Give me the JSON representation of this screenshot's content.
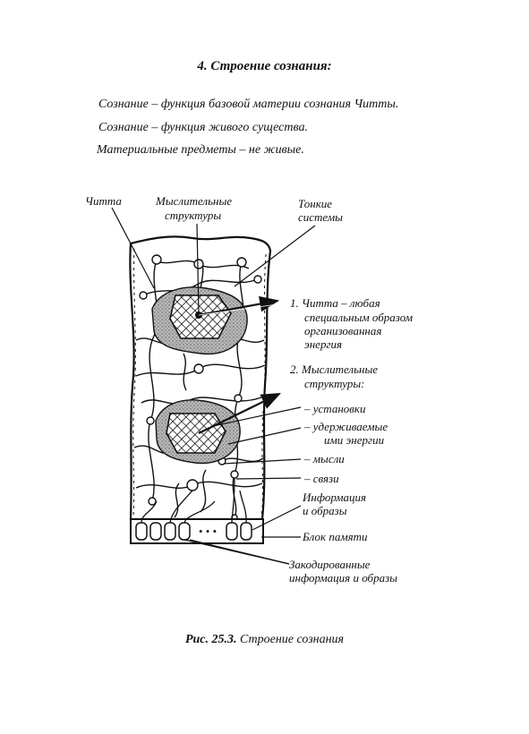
{
  "heading": "4. Строение сознания:",
  "statements": [
    "Сознание – функция базовой материи сознания Читты.",
    "Сознание – функция живого существа.",
    "Материальные предметы – не живые."
  ],
  "figure": {
    "labels": {
      "chitta": "Читта",
      "mental_1": "Мыслительные",
      "mental_2": "структуры",
      "subtle_1": "Тонкие",
      "subtle_2": "системы",
      "item1_1": "1. Читта – любая",
      "item1_2": "специальным образом",
      "item1_3": "организованная",
      "item1_4": "энергия",
      "item2_1": "2. Мыслительные",
      "item2_2": "структуры:",
      "settings": "–   установки",
      "held_1": "–   удерживаемые",
      "held_2": "ими энергии",
      "thoughts": "–   мысли",
      "links": "–   связи",
      "info_1": "Информация",
      "info_2": "и образы",
      "memory": "Блок памяти",
      "coded_1": "Закодированные",
      "coded_2": "информация и образы"
    },
    "memory_ellipsis": "• • •"
  },
  "caption": {
    "prefix": "Рис. 25.3.",
    "text": "Строение сознания"
  }
}
